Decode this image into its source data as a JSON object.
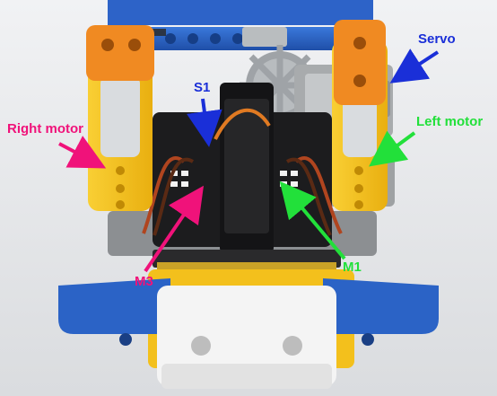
{
  "labels": {
    "servo": "Servo",
    "s1": "S1",
    "right_motor": "Right motor",
    "left_motor": "Left motor",
    "m3": "M3",
    "m1": "M1"
  },
  "colors": {
    "servo": "#1a2fd8",
    "s1": "#1a2fd8",
    "right_motor": "#f0127a",
    "left_motor": "#22e03a",
    "m3": "#f0127a",
    "m1": "#22e03a",
    "lego_yellow": "#f6c21c",
    "lego_orange": "#f0841a",
    "lego_blue": "#2b63c6",
    "lego_grey": "#a3a6a8",
    "board_black": "#1c1c1e"
  }
}
